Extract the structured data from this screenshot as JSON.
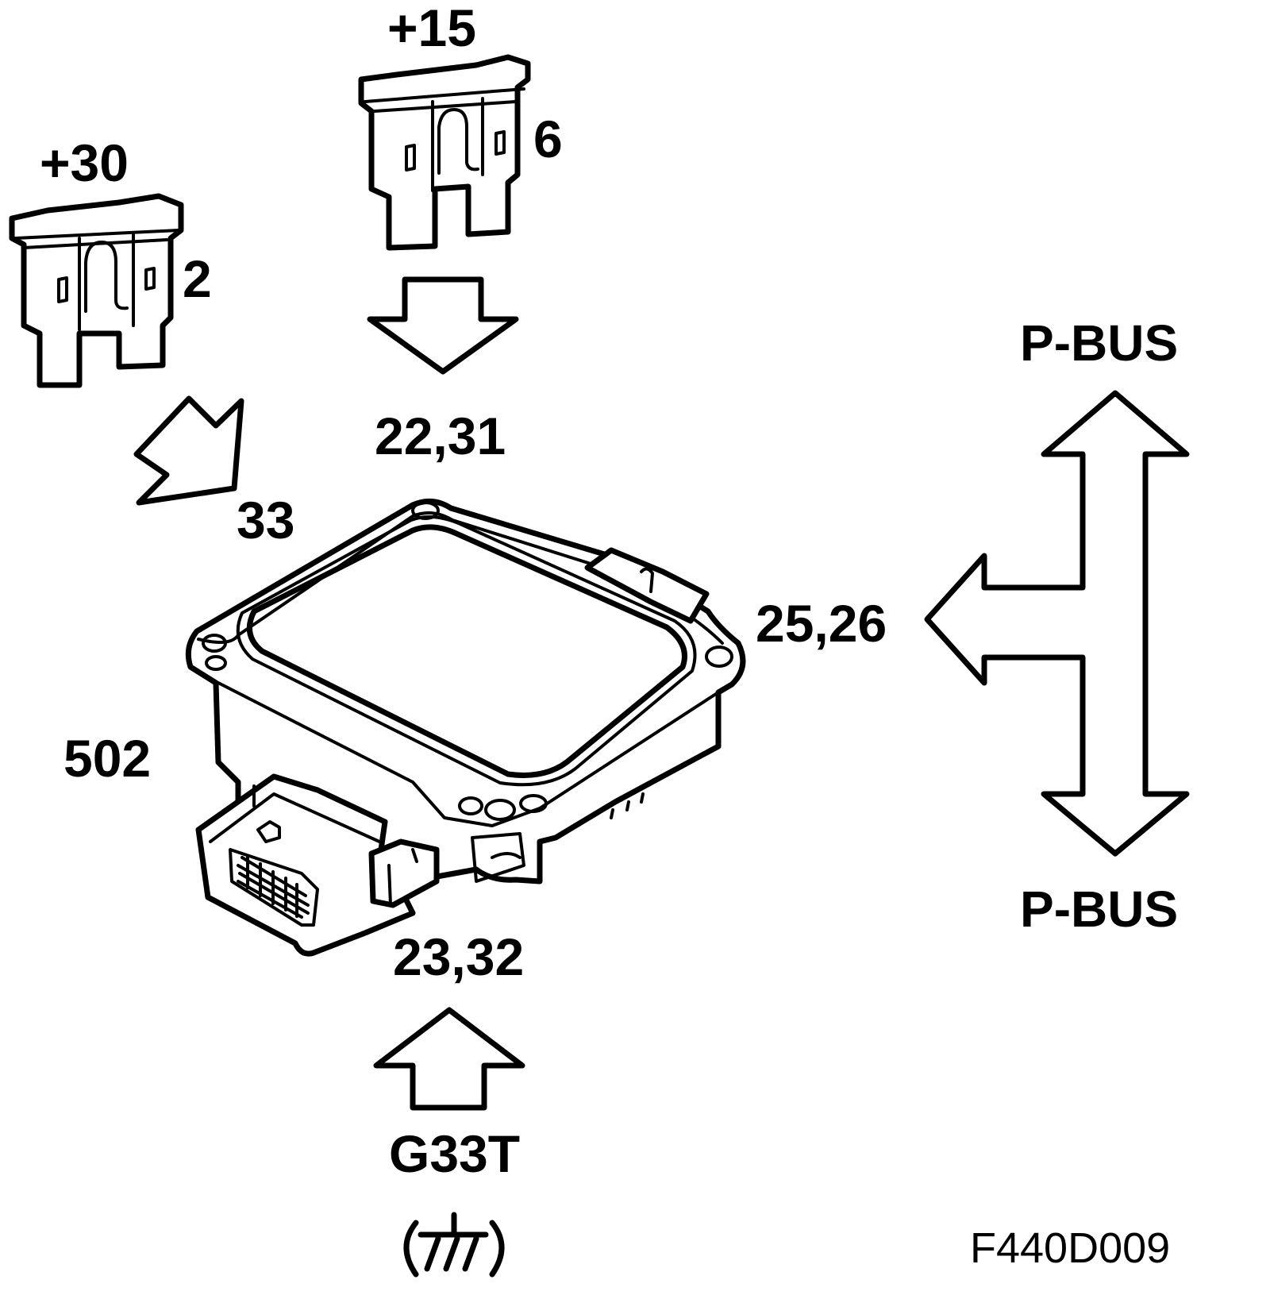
{
  "labels": {
    "plus30": "+30",
    "plus15": "+15",
    "fuse2": "2",
    "fuse6": "6",
    "pins_22_31": "22,31",
    "pin_33": "33",
    "pins_25_26": "25,26",
    "module_502": "502",
    "pins_23_32": "23,32",
    "ground_g33t": "G33T",
    "pbus_top": "P-BUS",
    "pbus_bottom": "P-BUS",
    "figure_code": "F440D009"
  }
}
